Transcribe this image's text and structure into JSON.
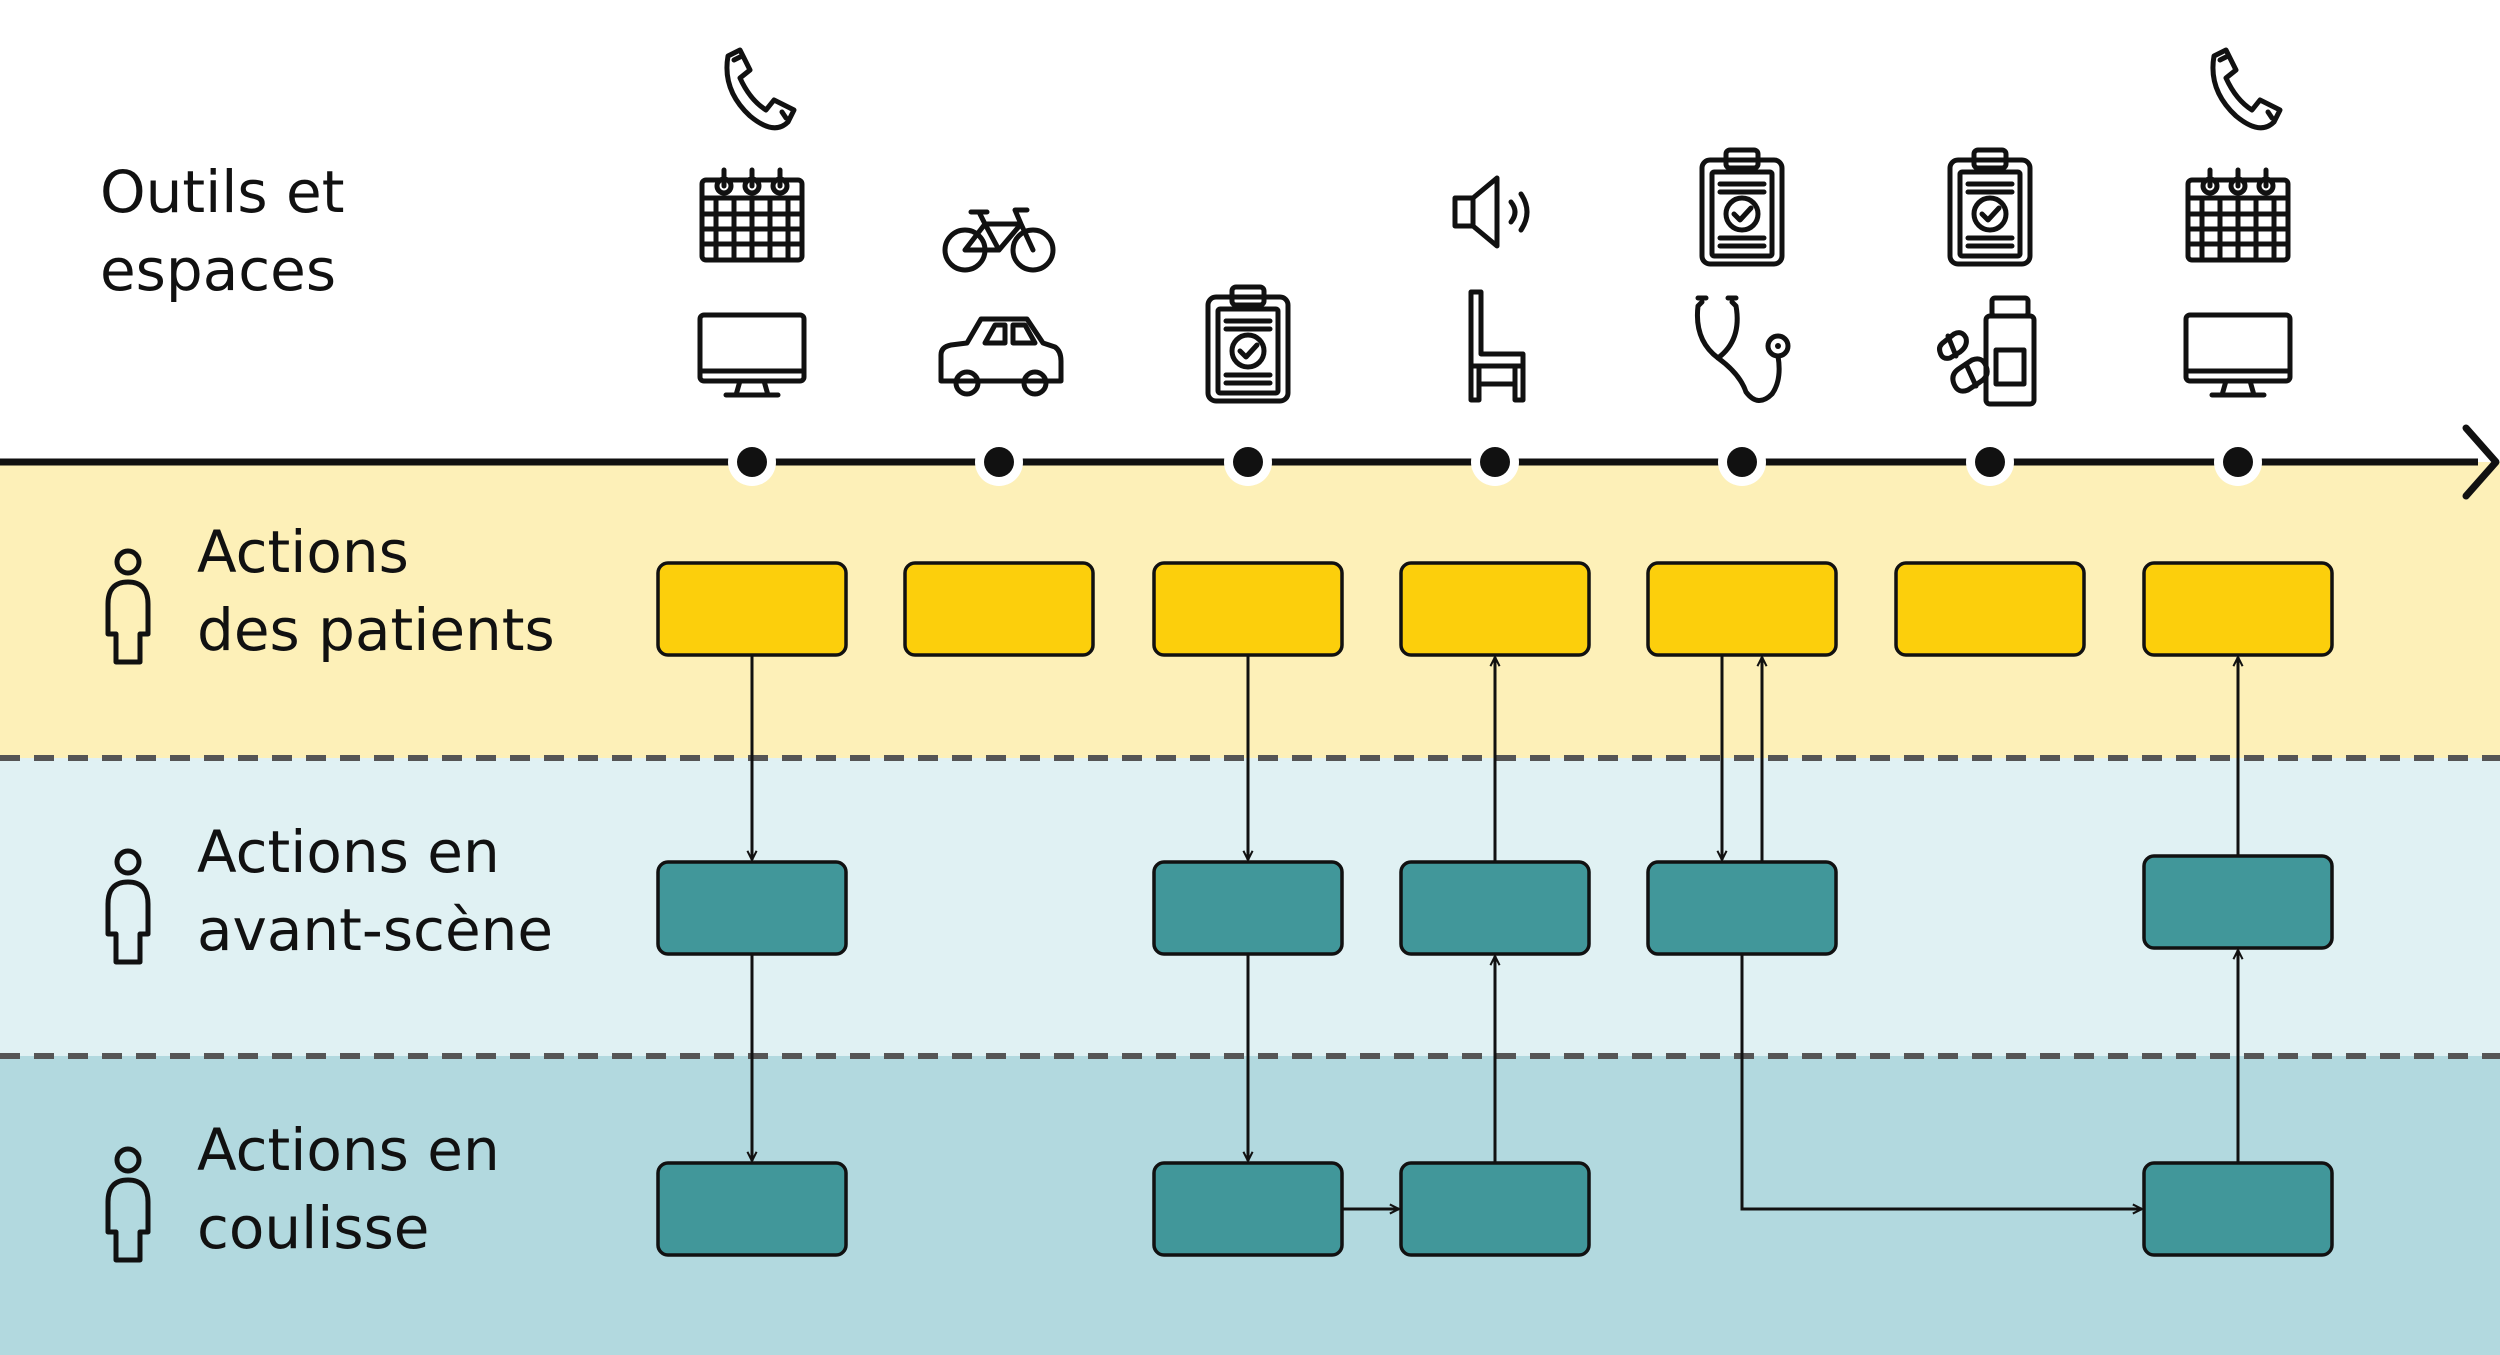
{
  "header": {
    "tools_label": [
      "Outils et",
      "espaces"
    ]
  },
  "lanes": [
    {
      "id": "patients",
      "lines": [
        "Actions",
        "des patients"
      ],
      "color": "#fdf0b8",
      "box_color": "#fccf0c"
    },
    {
      "id": "front",
      "lines": [
        "Actions en",
        "avant-scène"
      ],
      "color": "#e0f1f3",
      "box_color": "#41979a"
    },
    {
      "id": "back",
      "lines": [
        "Actions en",
        "coulisse"
      ],
      "color": "#b2d9df",
      "box_color": "#41979a"
    }
  ],
  "timeline": {
    "steps": [
      {
        "icons": [
          "phone-icon",
          "calendar-icon",
          "monitor-icon"
        ]
      },
      {
        "icons": [
          "bicycle-icon",
          "car-icon"
        ]
      },
      {
        "icons": [
          "clipboard-check-icon"
        ]
      },
      {
        "icons": [
          "speaker-icon",
          "chair-icon"
        ]
      },
      {
        "icons": [
          "clipboard-check-icon",
          "stethoscope-icon"
        ]
      },
      {
        "icons": [
          "clipboard-check-icon",
          "medication-icon"
        ]
      },
      {
        "icons": [
          "phone-icon",
          "calendar-icon",
          "monitor-icon"
        ]
      }
    ]
  },
  "boxes": [
    {
      "lane": "patients",
      "step": 0
    },
    {
      "lane": "patients",
      "step": 1
    },
    {
      "lane": "patients",
      "step": 2
    },
    {
      "lane": "patients",
      "step": 3
    },
    {
      "lane": "patients",
      "step": 4
    },
    {
      "lane": "patients",
      "step": 5
    },
    {
      "lane": "patients",
      "step": 6
    },
    {
      "lane": "front",
      "step": 0
    },
    {
      "lane": "front",
      "step": 2
    },
    {
      "lane": "front",
      "step": 3
    },
    {
      "lane": "front",
      "step": 4
    },
    {
      "lane": "front",
      "step": 6
    },
    {
      "lane": "back",
      "step": 0
    },
    {
      "lane": "back",
      "step": 2
    },
    {
      "lane": "back",
      "step": 3
    },
    {
      "lane": "back",
      "step": 6
    }
  ],
  "connections": [
    {
      "from": [
        "patients",
        0
      ],
      "to": [
        "front",
        0
      ]
    },
    {
      "from": [
        "front",
        0
      ],
      "to": [
        "back",
        0
      ]
    },
    {
      "from": [
        "patients",
        2
      ],
      "to": [
        "front",
        2
      ]
    },
    {
      "from": [
        "front",
        2
      ],
      "to": [
        "back",
        2
      ]
    },
    {
      "from": [
        "back",
        2
      ],
      "to": [
        "back",
        3
      ]
    },
    {
      "from": [
        "back",
        3
      ],
      "to": [
        "front",
        3
      ]
    },
    {
      "from": [
        "front",
        3
      ],
      "to": [
        "patients",
        3
      ]
    },
    {
      "from": [
        "patients",
        4
      ],
      "to": [
        "front",
        4
      ]
    },
    {
      "from": [
        "front",
        4
      ],
      "to": [
        "patients",
        4
      ]
    },
    {
      "from": [
        "front",
        4
      ],
      "to": [
        "back",
        6
      ]
    },
    {
      "from": [
        "back",
        6
      ],
      "to": [
        "front",
        6
      ]
    },
    {
      "from": [
        "front",
        6
      ],
      "to": [
        "patients",
        6
      ]
    }
  ],
  "colors": {
    "line": "#111111",
    "divider": "#555555",
    "box_stroke": "#111111"
  }
}
